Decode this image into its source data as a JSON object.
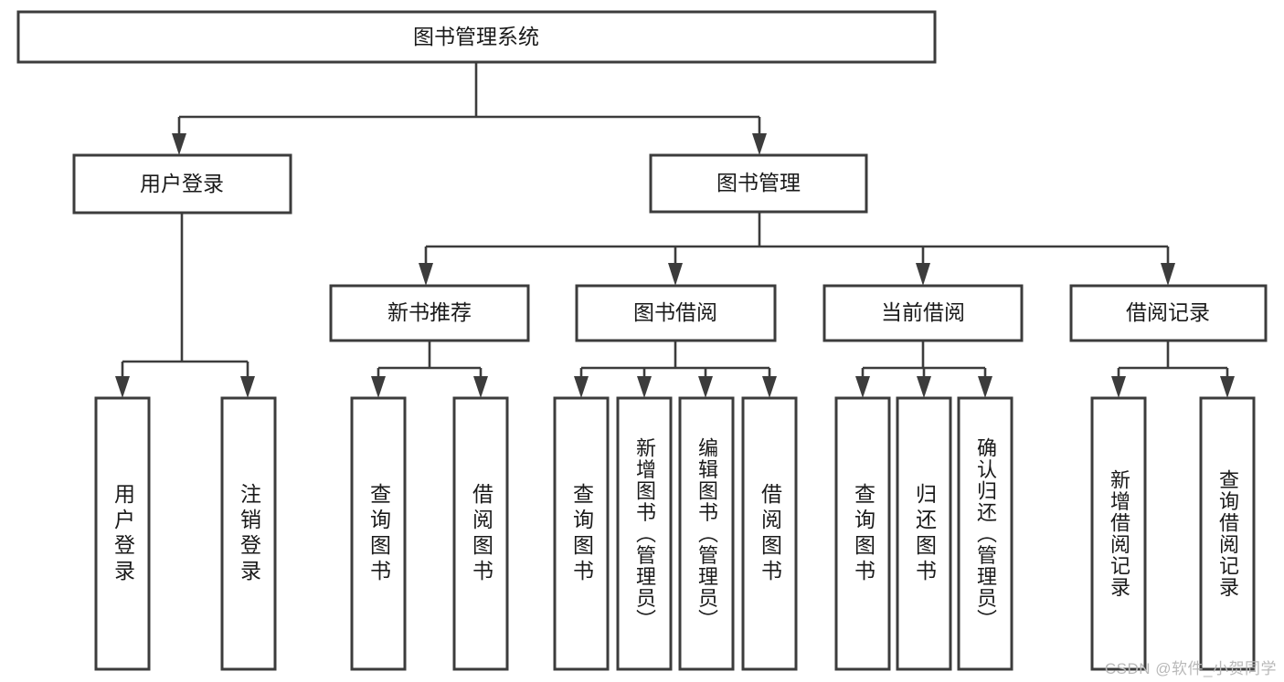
{
  "diagram": {
    "type": "tree-hierarchy",
    "title": "图书管理系统",
    "root": {
      "label": "图书管理系统"
    },
    "level2": [
      {
        "label": "用户登录"
      },
      {
        "label": "图书管理"
      }
    ],
    "level3": [
      {
        "label": "新书推荐"
      },
      {
        "label": "图书借阅"
      },
      {
        "label": "当前借阅"
      },
      {
        "label": "借阅记录"
      }
    ],
    "leaves": {
      "user_login": [
        {
          "label": "用户登录"
        },
        {
          "label": "注销登录"
        }
      ],
      "new_book_recommend": [
        {
          "label": "查询图书"
        },
        {
          "label": "借阅图书"
        }
      ],
      "book_borrow": [
        {
          "label": "查询图书"
        },
        {
          "label": "新增图书（管理员）"
        },
        {
          "label": "编辑图书（管理员）"
        },
        {
          "label": "借阅图书"
        }
      ],
      "current_borrow": [
        {
          "label": "查询图书"
        },
        {
          "label": "归还图书"
        },
        {
          "label": "确认归还（管理员）"
        }
      ],
      "borrow_records": [
        {
          "label": "新增借阅记录"
        },
        {
          "label": "查询借阅记录"
        }
      ]
    }
  },
  "watermark": {
    "text": "CSDN @软件_小贺同学"
  },
  "colors": {
    "box_stroke": "#3c3c3c",
    "box_fill": "#ffffff",
    "text": "#1a1a1a",
    "watermark": "#b9b9b9",
    "background": "#ffffff"
  }
}
